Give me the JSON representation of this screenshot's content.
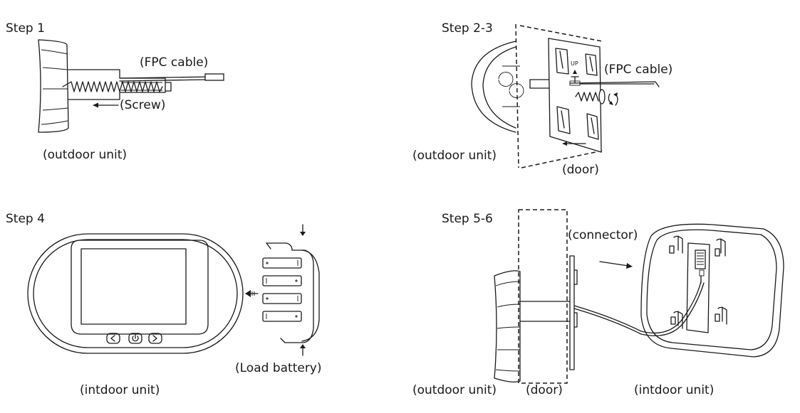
{
  "steps": [
    {
      "title": "Step 1",
      "labels": {
        "cable": "(FPC cable)",
        "screw": "(Screw)",
        "outdoor": "(outdoor unit)"
      }
    },
    {
      "title": "Step 2-3",
      "labels": {
        "cable": "(FPC cable)",
        "outdoor": "(outdoor unit)",
        "door": "(door)",
        "up_mark": "UP"
      }
    },
    {
      "title": "Step 4",
      "labels": {
        "battery": "(Load battery)",
        "indoor": "(intdoor unit)"
      }
    },
    {
      "title": "Step 5-6",
      "labels": {
        "connector": "(connector)",
        "outdoor": "(outdoor unit)",
        "door": "(door)",
        "indoor": "(intdoor unit)"
      }
    }
  ],
  "icons": {
    "buttons": [
      "chevron-left-icon",
      "power-icon",
      "chevron-right-icon"
    ],
    "rotation": "rotate-arrows-icon",
    "arrows": "arrow-icon"
  }
}
